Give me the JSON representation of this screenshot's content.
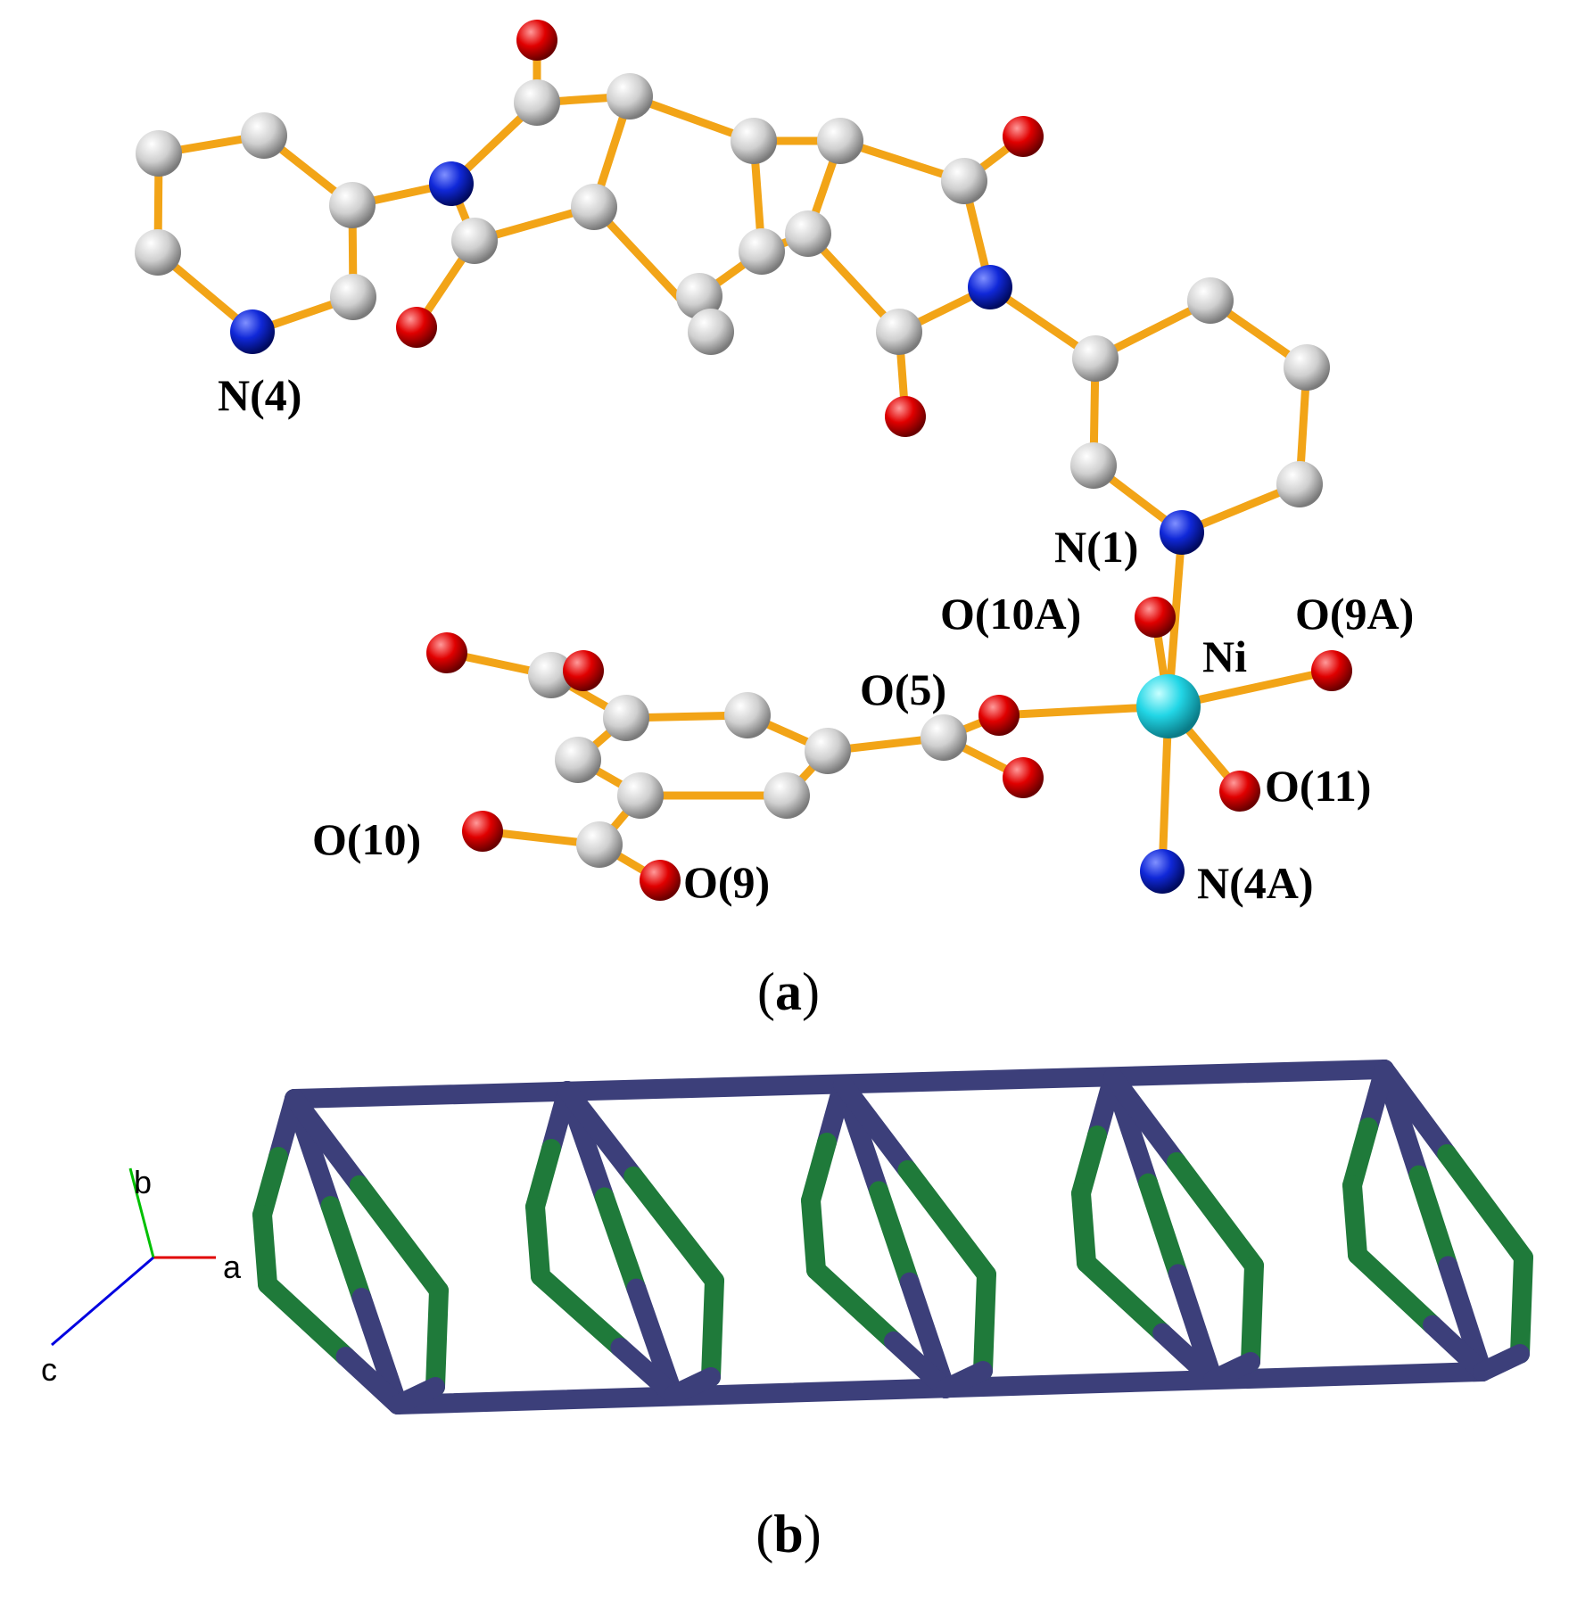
{
  "panels": [
    {
      "id": "a",
      "caption": "a",
      "atom_labels": {
        "n4": "N(4)",
        "n1": "N(1)",
        "o10a": "O(10A)",
        "o9a": "O(9A)",
        "ni": "Ni",
        "o5": "O(5)",
        "o11": "O(11)",
        "o10": "O(10)",
        "o9": "O(9)",
        "n4a": "N(4A)"
      }
    },
    {
      "id": "b",
      "caption": "b",
      "axes": {
        "a": "a",
        "b": "b",
        "c": "c"
      }
    }
  ],
  "colors": {
    "bond": "#F2A417",
    "carbon": "#C8C8C8",
    "nitrogen": "#0A1ECC",
    "oxygen": "#E00000",
    "nickel": "#22D6E6",
    "framework_node": "#3C3F7A",
    "framework_link": "#1F7A3A",
    "axis_a": "#E00000",
    "axis_b": "#00C000",
    "axis_c": "#0000E0"
  }
}
